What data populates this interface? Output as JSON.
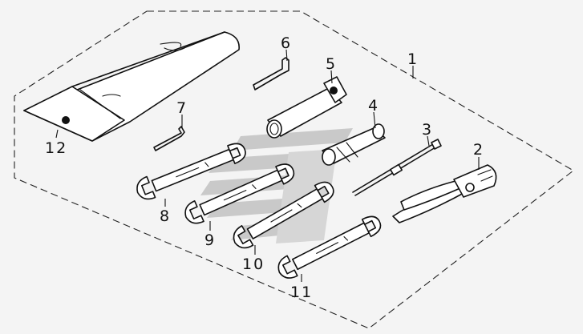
{
  "diagram": {
    "callouts": [
      {
        "id": "1",
        "label": "1"
      },
      {
        "id": "2",
        "label": "2"
      },
      {
        "id": "3",
        "label": "3"
      },
      {
        "id": "4",
        "label": "4"
      },
      {
        "id": "5",
        "label": "5"
      },
      {
        "id": "6",
        "label": "6"
      },
      {
        "id": "7",
        "label": "7"
      },
      {
        "id": "8",
        "label": "8"
      },
      {
        "id": "9",
        "label": "9"
      },
      {
        "id": "10",
        "label": "10"
      },
      {
        "id": "11",
        "label": "11"
      },
      {
        "id": "12",
        "label": "12"
      }
    ],
    "parts": [
      {
        "part": "tool-kit-assembly",
        "callout": "1"
      },
      {
        "part": "pliers",
        "callout": "2"
      },
      {
        "part": "screwdriver-bar",
        "callout": "3"
      },
      {
        "part": "screwdriver-handle",
        "callout": "4"
      },
      {
        "part": "spark-plug-socket-wrench",
        "callout": "5"
      },
      {
        "part": "hex-key-large",
        "callout": "6"
      },
      {
        "part": "hex-key-small",
        "callout": "7"
      },
      {
        "part": "open-end-wrench",
        "callout": "8"
      },
      {
        "part": "open-end-wrench",
        "callout": "9"
      },
      {
        "part": "open-end-wrench",
        "callout": "10"
      },
      {
        "part": "open-end-wrench",
        "callout": "11"
      },
      {
        "part": "tool-bag",
        "callout": "12"
      }
    ],
    "watermark_color": "#c8c8c8",
    "line_color": "#111111",
    "background_color": "#f4f4f4"
  }
}
